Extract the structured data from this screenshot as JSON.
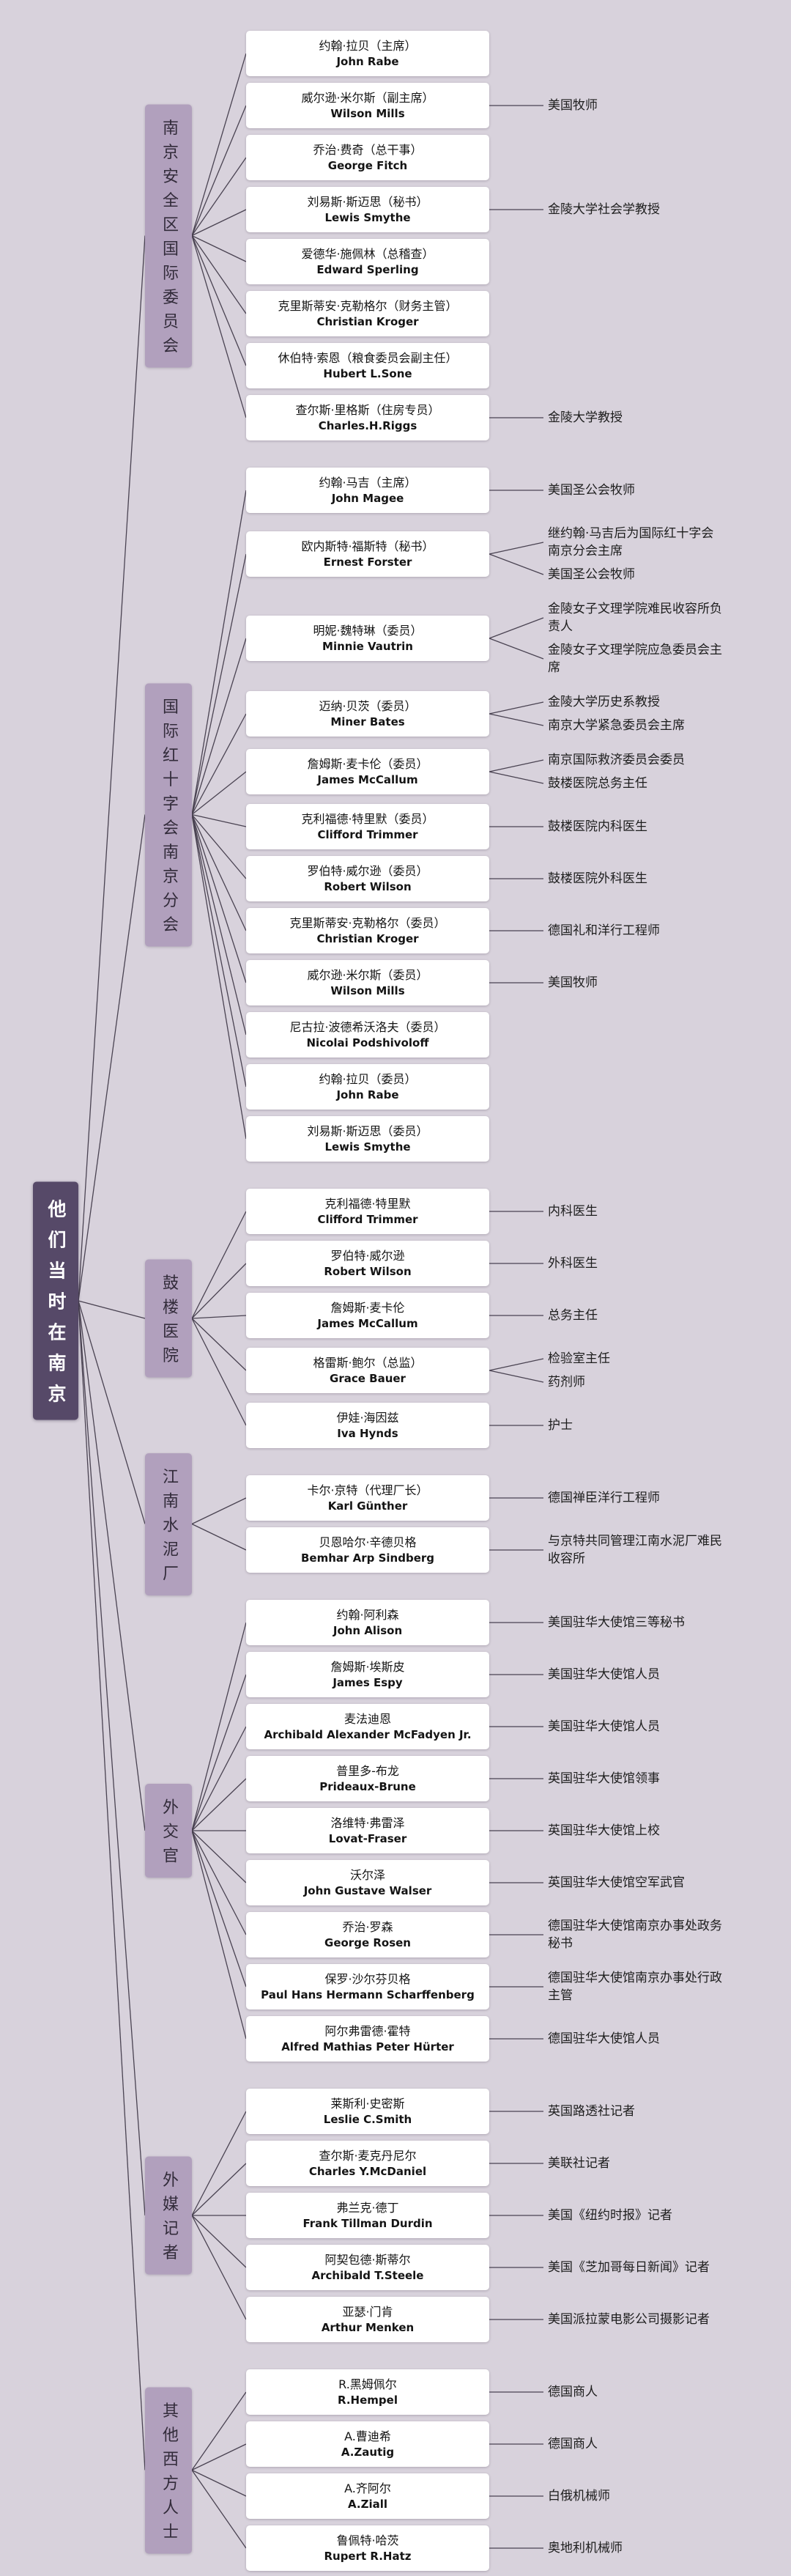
{
  "root": {
    "label": "他们当时在南京"
  },
  "colors": {
    "background": "#d8d2dc",
    "root_fill": "#564968",
    "root_text": "#ffffff",
    "branch_fill": "#b1a0bd",
    "branch_text": "#322b3a",
    "leaf_fill": "#ffffff",
    "leaf_text": "#141414",
    "note_text": "#1d1d1d",
    "line": "#4a4352"
  },
  "branches": [
    {
      "label": "南京安全区国际委员会",
      "members": [
        {
          "cn": "约翰·拉贝（主席）",
          "en": "John Rabe",
          "notes": []
        },
        {
          "cn": "威尔逊·米尔斯（副主席）",
          "en": "Wilson Mills",
          "notes": [
            "美国牧师"
          ]
        },
        {
          "cn": "乔治·费奇（总干事）",
          "en": "George Fitch",
          "notes": []
        },
        {
          "cn": "刘易斯·斯迈思（秘书）",
          "en": "Lewis Smythe",
          "notes": [
            "金陵大学社会学教授"
          ]
        },
        {
          "cn": "爱德华·施佩林（总稽查）",
          "en": "Edward Sperling",
          "notes": []
        },
        {
          "cn": "克里斯蒂安·克勒格尔（财务主管）",
          "en": "Christian Kroger",
          "notes": []
        },
        {
          "cn": "休伯特·索恩（粮食委员会副主任）",
          "en": "Hubert L.Sone",
          "notes": []
        },
        {
          "cn": "查尔斯·里格斯（住房专员）",
          "en": "Charles.H.Riggs",
          "notes": [
            "金陵大学教授"
          ]
        }
      ]
    },
    {
      "label": "国际红十字会南京分会",
      "members": [
        {
          "cn": "约翰·马吉（主席）",
          "en": "John Magee",
          "notes": [
            "美国圣公会牧师"
          ]
        },
        {
          "cn": "欧内斯特·福斯特（秘书）",
          "en": "Ernest Forster",
          "notes": [
            "继约翰·马吉后为国际红十字会南京分会主席",
            "美国圣公会牧师"
          ]
        },
        {
          "cn": "明妮·魏特琳（委员）",
          "en": "Minnie Vautrin",
          "notes": [
            "金陵女子文理学院难民收容所负责人",
            "金陵女子文理学院应急委员会主席"
          ]
        },
        {
          "cn": "迈纳·贝茨（委员）",
          "en": "Miner Bates",
          "notes": [
            "金陵大学历史系教授",
            "南京大学紧急委员会主席"
          ]
        },
        {
          "cn": "詹姆斯·麦卡伦（委员）",
          "en": "James McCallum",
          "notes": [
            "南京国际救济委员会委员",
            "鼓楼医院总务主任"
          ]
        },
        {
          "cn": "克利福德·特里默（委员）",
          "en": "Clifford Trimmer",
          "notes": [
            "鼓楼医院内科医生"
          ]
        },
        {
          "cn": "罗伯特·威尔逊（委员）",
          "en": "Robert Wilson",
          "notes": [
            "鼓楼医院外科医生"
          ]
        },
        {
          "cn": "克里斯蒂安·克勒格尔（委员）",
          "en": "Christian Kroger",
          "notes": [
            "德国礼和洋行工程师"
          ]
        },
        {
          "cn": "威尔逊·米尔斯（委员）",
          "en": "Wilson Mills",
          "notes": [
            "美国牧师"
          ]
        },
        {
          "cn": "尼古拉·波德希沃洛夫（委员）",
          "en": "Nicolai Podshivoloff",
          "notes": []
        },
        {
          "cn": "约翰·拉贝（委员）",
          "en": "John Rabe",
          "notes": []
        },
        {
          "cn": "刘易斯·斯迈思（委员）",
          "en": "Lewis Smythe",
          "notes": []
        }
      ]
    },
    {
      "label": "鼓楼医院",
      "members": [
        {
          "cn": "克利福德·特里默",
          "en": "Clifford Trimmer",
          "notes": [
            "内科医生"
          ]
        },
        {
          "cn": "罗伯特·威尔逊",
          "en": "Robert Wilson",
          "notes": [
            "外科医生"
          ]
        },
        {
          "cn": "詹姆斯·麦卡伦",
          "en": "James McCallum",
          "notes": [
            "总务主任"
          ]
        },
        {
          "cn": "格雷斯·鲍尔（总监）",
          "en": "Grace Bauer",
          "notes": [
            "检验室主任",
            "药剂师"
          ]
        },
        {
          "cn": "伊娃·海因兹",
          "en": "Iva Hynds",
          "notes": [
            "护士"
          ]
        }
      ]
    },
    {
      "label": "江南水泥厂",
      "members": [
        {
          "cn": "卡尔·京特（代理厂长）",
          "en": "Karl Günther",
          "notes": [
            "德国禅臣洋行工程师"
          ]
        },
        {
          "cn": "贝恩哈尔·辛德贝格",
          "en": "Bemhar Arp Sindberg",
          "notes": [
            "与京特共同管理江南水泥厂难民收容所"
          ]
        }
      ]
    },
    {
      "label": "外交官",
      "members": [
        {
          "cn": "约翰·阿利森",
          "en": "John Alison",
          "notes": [
            "美国驻华大使馆三等秘书"
          ]
        },
        {
          "cn": "詹姆斯·埃斯皮",
          "en": "James Espy",
          "notes": [
            "美国驻华大使馆人员"
          ]
        },
        {
          "cn": "麦法迪恩",
          "en": "Archibald Alexander McFadyen Jr.",
          "notes": [
            "美国驻华大使馆人员"
          ]
        },
        {
          "cn": "普里多-布龙",
          "en": "Prideaux-Brune",
          "notes": [
            "英国驻华大使馆领事"
          ]
        },
        {
          "cn": "洛维特·弗雷泽",
          "en": "Lovat-Fraser",
          "notes": [
            "英国驻华大使馆上校"
          ]
        },
        {
          "cn": "沃尔泽",
          "en": "John Gustave Walser",
          "notes": [
            "英国驻华大使馆空军武官"
          ]
        },
        {
          "cn": "乔治·罗森",
          "en": "George Rosen",
          "notes": [
            "德国驻华大使馆南京办事处政务秘书"
          ]
        },
        {
          "cn": "保罗·沙尔芬贝格",
          "en": "Paul Hans Hermann Scharffenberg",
          "notes": [
            "德国驻华大使馆南京办事处行政主管"
          ]
        },
        {
          "cn": "阿尔弗雷德·霍特",
          "en": "Alfred Mathias Peter Hürter",
          "notes": [
            "德国驻华大使馆人员"
          ]
        }
      ]
    },
    {
      "label": "外媒记者",
      "members": [
        {
          "cn": "莱斯利·史密斯",
          "en": "Leslie C.Smith",
          "notes": [
            "英国路透社记者"
          ]
        },
        {
          "cn": "查尔斯·麦克丹尼尔",
          "en": "Charles Y.McDaniel",
          "notes": [
            "美联社记者"
          ]
        },
        {
          "cn": "弗兰克·德丁",
          "en": "Frank Tillman Durdin",
          "notes": [
            "美国《纽约时报》记者"
          ]
        },
        {
          "cn": "阿契包德·斯蒂尔",
          "en": "Archibald T.Steele",
          "notes": [
            "美国《芝加哥每日新闻》记者"
          ]
        },
        {
          "cn": "亚瑟·门肯",
          "en": "Arthur Menken",
          "notes": [
            "美国派拉蒙电影公司摄影记者"
          ]
        }
      ]
    },
    {
      "label": "其他西方人士",
      "members": [
        {
          "cn": "R.黑姆佩尔",
          "en": "R.Hempel",
          "notes": [
            "德国商人"
          ]
        },
        {
          "cn": "A.曹迪希",
          "en": "A.Zautig",
          "notes": [
            "德国商人"
          ]
        },
        {
          "cn": "A.齐阿尔",
          "en": "A.Ziall",
          "notes": [
            "白俄机械师"
          ]
        },
        {
          "cn": "鲁佩特·哈茨",
          "en": "Rupert R.Hatz",
          "notes": [
            "奥地利机械师"
          ]
        }
      ]
    }
  ]
}
